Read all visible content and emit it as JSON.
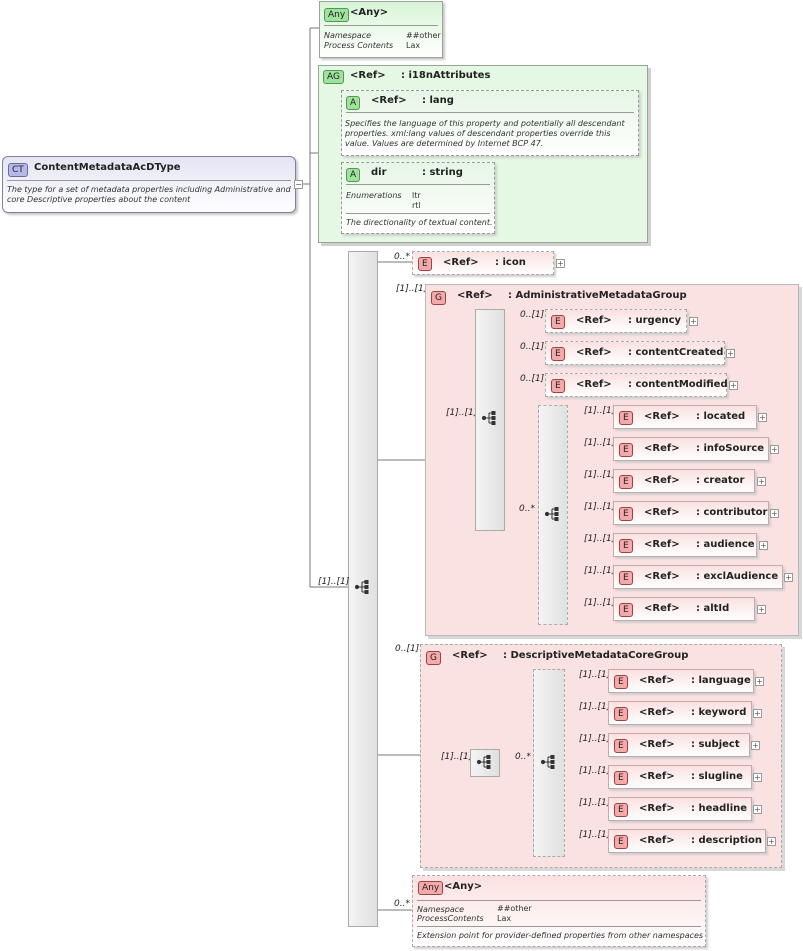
{
  "complex_type": {
    "badge": "CT",
    "name": "ContentMetadataAcDType",
    "description": "The type for a  set of metadata properties including Administrative and core Descriptive properties about the content"
  },
  "attributes": {
    "any": {
      "badge": "Any",
      "title": "<Any>",
      "rows": [
        {
          "key": "Namespace",
          "value": "##other"
        },
        {
          "key": "Process Contents",
          "value": "Lax"
        }
      ]
    },
    "group": {
      "badge": "AG",
      "ref": "<Ref>",
      "name": ": i18nAttributes",
      "lang": {
        "badge": "A",
        "ref": "<Ref>",
        "name": ": lang",
        "description": "Specifies the language of this property and potentially all descendant properties. xml:lang values of descendant properties override this value. Values are determined by Internet BCP 47."
      },
      "dir": {
        "badge": "A",
        "name": "dir",
        "type": ": string",
        "enum_label": "Enumerations",
        "enum_values": [
          "ltr",
          "rtl"
        ],
        "description": "The directionality of textual content."
      }
    }
  },
  "sequence": {
    "occurrence": "[1]..[1]",
    "icon_element": {
      "occurrence": "0..*",
      "badge": "E",
      "ref": "<Ref>",
      "name": ": icon"
    },
    "admin_group": {
      "occurrence": "[1]..[1]",
      "badge": "G",
      "ref": "<Ref>",
      "name": ": AdministrativeMetadataGroup",
      "seq_occurrence": "[1]..[1]",
      "elements": [
        {
          "occurrence": "0..[1]",
          "badge": "E",
          "ref": "<Ref>",
          "name": ": urgency"
        },
        {
          "occurrence": "0..[1]",
          "badge": "E",
          "ref": "<Ref>",
          "name": ": contentCreated"
        },
        {
          "occurrence": "0..[1]",
          "badge": "E",
          "ref": "<Ref>",
          "name": ": contentModified"
        }
      ],
      "choice_occurrence": "0..*",
      "choice_elements": [
        {
          "occurrence": "[1]..[1]",
          "badge": "E",
          "ref": "<Ref>",
          "name": ": located"
        },
        {
          "occurrence": "[1]..[1]",
          "badge": "E",
          "ref": "<Ref>",
          "name": ": infoSource"
        },
        {
          "occurrence": "[1]..[1]",
          "badge": "E",
          "ref": "<Ref>",
          "name": ": creator"
        },
        {
          "occurrence": "[1]..[1]",
          "badge": "E",
          "ref": "<Ref>",
          "name": ": contributor"
        },
        {
          "occurrence": "[1]..[1]",
          "badge": "E",
          "ref": "<Ref>",
          "name": ": audience"
        },
        {
          "occurrence": "[1]..[1]",
          "badge": "E",
          "ref": "<Ref>",
          "name": ": exclAudience"
        },
        {
          "occurrence": "[1]..[1]",
          "badge": "E",
          "ref": "<Ref>",
          "name": ": altId"
        }
      ]
    },
    "desc_group": {
      "occurrence": "0..[1]",
      "badge": "G",
      "ref": "<Ref>",
      "name": ": DescriptiveMetadataCoreGroup",
      "seq_occurrence": "[1]..[1]",
      "choice_occurrence": "0..*",
      "choice_elements": [
        {
          "occurrence": "[1]..[1]",
          "badge": "E",
          "ref": "<Ref>",
          "name": ": language"
        },
        {
          "occurrence": "[1]..[1]",
          "badge": "E",
          "ref": "<Ref>",
          "name": ": keyword"
        },
        {
          "occurrence": "[1]..[1]",
          "badge": "E",
          "ref": "<Ref>",
          "name": ": subject"
        },
        {
          "occurrence": "[1]..[1]",
          "badge": "E",
          "ref": "<Ref>",
          "name": ": slugline"
        },
        {
          "occurrence": "[1]..[1]",
          "badge": "E",
          "ref": "<Ref>",
          "name": ": headline"
        },
        {
          "occurrence": "[1]..[1]",
          "badge": "E",
          "ref": "<Ref>",
          "name": ": description"
        }
      ]
    },
    "any_element": {
      "occurrence": "0..*",
      "badge": "Any",
      "title": "<Any>",
      "rows": [
        {
          "key": "Namespace",
          "value": "##other"
        },
        {
          "key": "ProcessContents",
          "value": "Lax"
        }
      ],
      "description": "Extension point for provider-defined properties from other namespaces"
    }
  }
}
